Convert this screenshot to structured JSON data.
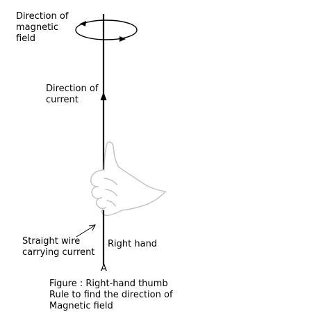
{
  "labels": {
    "magnetic_field": [
      "Direction of",
      "magnetic",
      "field"
    ],
    "current": [
      "Direction of",
      "current"
    ],
    "wire": [
      "Straight wire",
      "carrying current"
    ],
    "hand": "Right hand",
    "point": "A",
    "caption": [
      "Figure : Right-hand  thumb",
      "Rule to find the direction  of",
      "Magnetic  field"
    ]
  },
  "colors": {
    "ink": "#000000",
    "hand_outline": "#c4c4c4"
  }
}
